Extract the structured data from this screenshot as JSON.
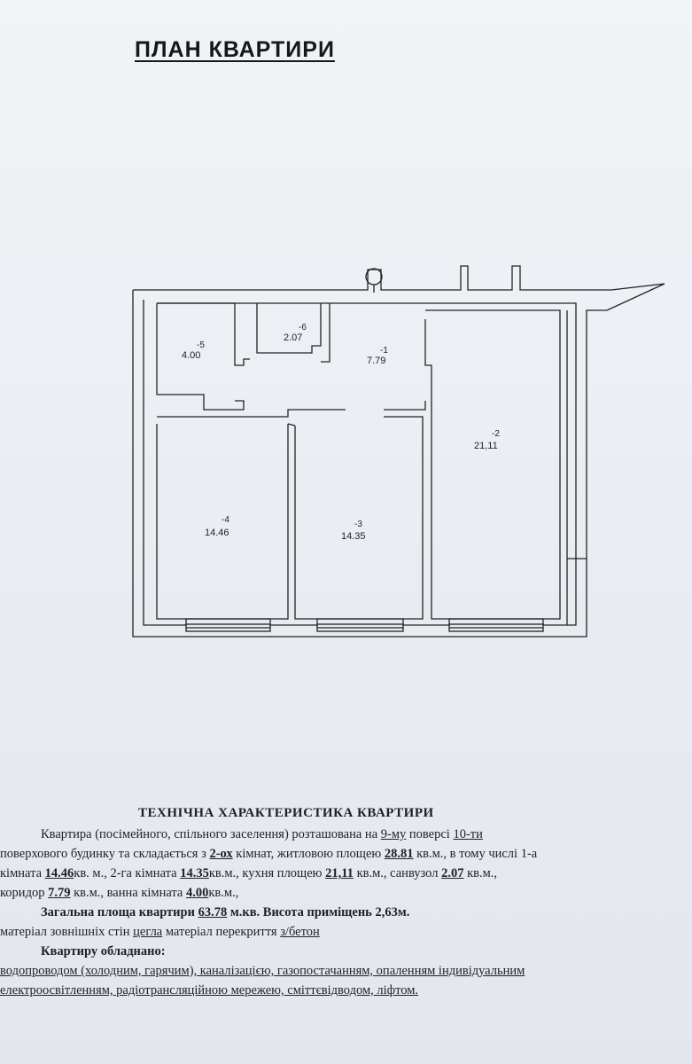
{
  "title": "ПЛАН КВАРТИРИ",
  "rooms": [
    {
      "id": "-5",
      "area": "4.00"
    },
    {
      "id": "-6",
      "area": "2.07"
    },
    {
      "id": "-1",
      "area": "7.79"
    },
    {
      "id": "-2",
      "area": "21,11"
    },
    {
      "id": "-4",
      "area": "14.46"
    },
    {
      "id": "-3",
      "area": "14.35"
    }
  ],
  "tech": {
    "heading": "ТЕХНІЧНА ХАРАКТЕРИСТИКА КВАРТИРИ",
    "l1_a": "Квартира (посімейного, спільного заселення) розташована на",
    "floor": "9-му",
    "l1_b": "поверсі",
    "floors_total": "10-ти",
    "l2_a": "поверхового будинку та складається з",
    "rooms_count": "2-ох",
    "l2_b": "кімнат, житловою площею",
    "living_area": "28.81",
    "l2_c": "кв.м., в тому числі 1-а",
    "l3_a": "кімната",
    "room1": "14.46",
    "l3_b": "кв. м., 2-га кімната",
    "room2": "14.35",
    "l3_c": "кв.м., кухня площею",
    "kitchen": "21,11",
    "l3_d": "кв.м.,  санвузол",
    "wc": "2.07",
    "l3_e": "кв.м.,",
    "l4_a": "коридор",
    "corridor": "7.79",
    "l4_b": "кв.м., ванна кімната",
    "bath": "4.00",
    "l4_c": "кв.м.,",
    "l5_a": "Загальна площа квартири",
    "total": "63.78",
    "l5_b": "м.кв. Висота приміщень 2,63м.",
    "l6_a": "матеріал зовнішніх стін",
    "walls": "цегла",
    "l6_b": "матеріал перекриття",
    "ceiling": "з/бетон",
    "l7": "Квартиру обладнано:",
    "l8": "водопроводом (холодним, гарячим), каналізацією, газопостачанням, опаленням індивідуальним",
    "l9_a": "електроосвітленням, радіотрансляційною мережею, сміттєвідводом,",
    "lift": "ліфтом."
  },
  "colors": {
    "ink": "#1d1f24",
    "paper": "#eceff3"
  }
}
